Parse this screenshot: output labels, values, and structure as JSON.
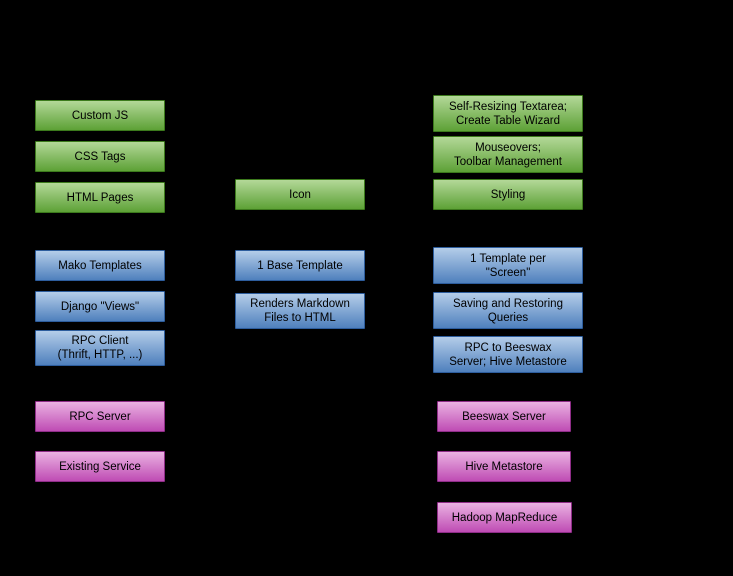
{
  "colors": {
    "background": "#000000",
    "text": "#000000",
    "green_top": "#b3d898",
    "green_bottom": "#5da136",
    "green_border": "#3c7a1c",
    "blue_top": "#b4cde9",
    "blue_bottom": "#4f80bd",
    "blue_border": "#2d5d9d",
    "magenta_top": "#eab2e2",
    "magenta_bottom": "#bf4cb4",
    "magenta_border": "#8f2d88"
  },
  "columns": {
    "left": {
      "custom_js": {
        "label": "Custom JS"
      },
      "css_tags": {
        "label": "CSS Tags"
      },
      "html_pages": {
        "label": "HTML Pages"
      },
      "mako_templates": {
        "label": "Mako Templates"
      },
      "django_views": {
        "label": "Django \"Views\""
      },
      "rpc_client": {
        "label": "RPC Client\n(Thrift, HTTP, ...)"
      },
      "rpc_server": {
        "label": "RPC Server"
      },
      "existing_service": {
        "label": "Existing Service"
      }
    },
    "middle": {
      "icon": {
        "label": "Icon"
      },
      "base_template": {
        "label": "1 Base Template"
      },
      "renders_markdown": {
        "label": "Renders Markdown\nFiles to HTML"
      }
    },
    "right": {
      "self_resizing": {
        "label": "Self-Resizing Textarea;\nCreate Table Wizard"
      },
      "mouseovers": {
        "label": "Mouseovers;\nToolbar Management"
      },
      "styling": {
        "label": "Styling"
      },
      "template_per_screen": {
        "label": "1 Template per\n\"Screen\""
      },
      "saving_queries": {
        "label": "Saving and Restoring\nQueries"
      },
      "rpc_beeswax": {
        "label": "RPC to Beeswax\nServer; Hive Metastore"
      },
      "beeswax_server": {
        "label": "Beeswax Server"
      },
      "hive_metastore": {
        "label": "Hive Metastore"
      },
      "hadoop_mapreduce": {
        "label": "Hadoop MapReduce"
      }
    }
  }
}
